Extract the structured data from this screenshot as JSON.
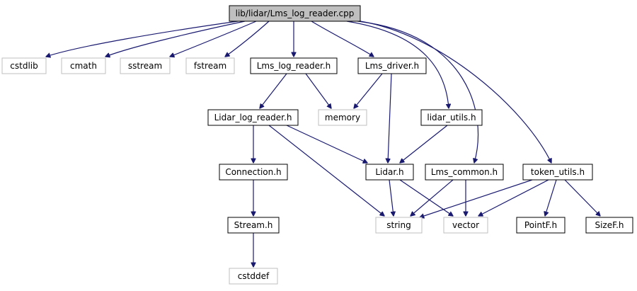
{
  "diagram": {
    "type": "include-dependency-graph",
    "colors": {
      "edge": "#191970",
      "root_fill": "#bfbfbf",
      "node_border": "#000000",
      "system_border": "#bfbfbf",
      "text": "#000000",
      "system_text": "#000000",
      "background": "#ffffff"
    },
    "nodes": [
      {
        "id": "root",
        "label": "lib/lidar/Lms_log_reader.cpp",
        "kind": "root"
      },
      {
        "id": "cstdlib",
        "label": "cstdlib",
        "kind": "system"
      },
      {
        "id": "cmath",
        "label": "cmath",
        "kind": "system"
      },
      {
        "id": "sstream",
        "label": "sstream",
        "kind": "system"
      },
      {
        "id": "fstream",
        "label": "fstream",
        "kind": "system"
      },
      {
        "id": "lms_log_reader_h",
        "label": "Lms_log_reader.h",
        "kind": "local"
      },
      {
        "id": "lms_driver_h",
        "label": "Lms_driver.h",
        "kind": "local"
      },
      {
        "id": "memory",
        "label": "memory",
        "kind": "system"
      },
      {
        "id": "lidar_log_reader_h",
        "label": "Lidar_log_reader.h",
        "kind": "local"
      },
      {
        "id": "lidar_utils_h",
        "label": "lidar_utils.h",
        "kind": "local"
      },
      {
        "id": "connection_h",
        "label": "Connection.h",
        "kind": "local"
      },
      {
        "id": "lidar_h",
        "label": "Lidar.h",
        "kind": "local"
      },
      {
        "id": "lms_common_h",
        "label": "Lms_common.h",
        "kind": "local"
      },
      {
        "id": "token_utils_h",
        "label": "token_utils.h",
        "kind": "local"
      },
      {
        "id": "stream_h",
        "label": "Stream.h",
        "kind": "local"
      },
      {
        "id": "string",
        "label": "string",
        "kind": "system"
      },
      {
        "id": "vector",
        "label": "vector",
        "kind": "system"
      },
      {
        "id": "pointf_h",
        "label": "PointF.h",
        "kind": "local"
      },
      {
        "id": "sizef_h",
        "label": "SizeF.h",
        "kind": "local"
      },
      {
        "id": "cstddef",
        "label": "cstddef",
        "kind": "system"
      }
    ],
    "edges": [
      {
        "from": "root",
        "to": "cstdlib"
      },
      {
        "from": "root",
        "to": "cmath"
      },
      {
        "from": "root",
        "to": "sstream"
      },
      {
        "from": "root",
        "to": "fstream"
      },
      {
        "from": "root",
        "to": "lms_log_reader_h"
      },
      {
        "from": "root",
        "to": "lms_driver_h"
      },
      {
        "from": "root",
        "to": "lidar_utils_h"
      },
      {
        "from": "root",
        "to": "lms_common_h"
      },
      {
        "from": "root",
        "to": "token_utils_h"
      },
      {
        "from": "lms_log_reader_h",
        "to": "lidar_log_reader_h"
      },
      {
        "from": "lms_log_reader_h",
        "to": "memory"
      },
      {
        "from": "lms_driver_h",
        "to": "memory"
      },
      {
        "from": "lms_driver_h",
        "to": "lidar_h"
      },
      {
        "from": "lidar_log_reader_h",
        "to": "connection_h"
      },
      {
        "from": "lidar_log_reader_h",
        "to": "lidar_h"
      },
      {
        "from": "lidar_log_reader_h",
        "to": "string"
      },
      {
        "from": "lidar_utils_h",
        "to": "lidar_h"
      },
      {
        "from": "connection_h",
        "to": "stream_h"
      },
      {
        "from": "stream_h",
        "to": "cstddef"
      },
      {
        "from": "lidar_h",
        "to": "string"
      },
      {
        "from": "lidar_h",
        "to": "vector"
      },
      {
        "from": "lms_common_h",
        "to": "string"
      },
      {
        "from": "lms_common_h",
        "to": "vector"
      },
      {
        "from": "token_utils_h",
        "to": "string"
      },
      {
        "from": "token_utils_h",
        "to": "vector"
      },
      {
        "from": "token_utils_h",
        "to": "pointf_h"
      },
      {
        "from": "token_utils_h",
        "to": "sizef_h"
      }
    ]
  }
}
